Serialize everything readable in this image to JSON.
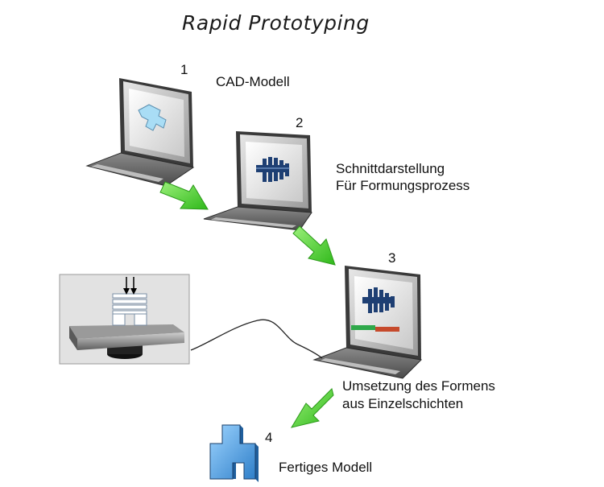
{
  "title": "Rapid Prototyping",
  "steps": [
    {
      "number": "1",
      "label": "CAD-Modell"
    },
    {
      "number": "2",
      "label_line1": "Schnittdarstellung",
      "label_line2": "Für Formungsprozess"
    },
    {
      "number": "3"
    },
    {
      "number": "4",
      "label": "Fertiges Modell"
    }
  ],
  "process_label": {
    "line1": "Umsetzung des Formens",
    "line2": "aus Einzelschichten"
  },
  "colors": {
    "arrow_green": "#4cd12b",
    "model_blue": "#5aa9e6",
    "slice_navy": "#1e3f73",
    "progress_green": "#2fa84a",
    "progress_red": "#c64a2c"
  }
}
